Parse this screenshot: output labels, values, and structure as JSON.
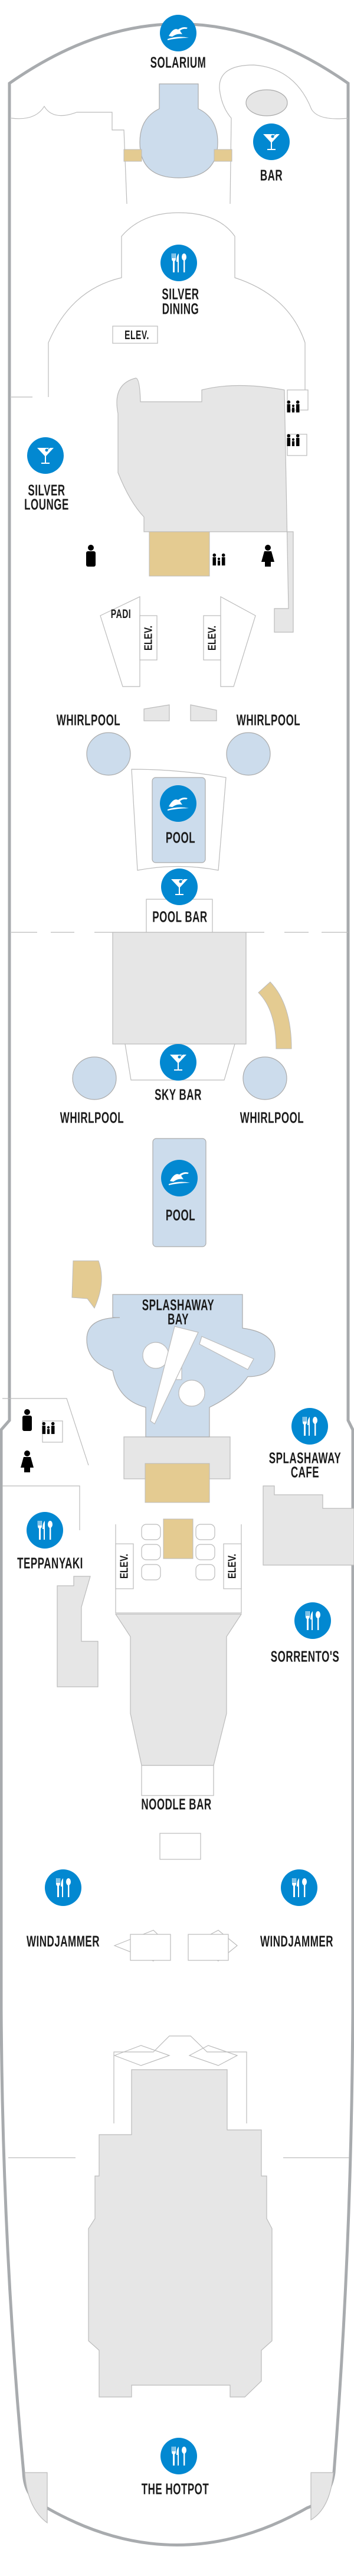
{
  "deck": {
    "title": "Deck plan",
    "colors": {
      "icon_blue": "#0288d1",
      "pool": "#ccdcec",
      "stairs": "#e4cb91",
      "block": "#e6e6e6",
      "hull": "#a8abae"
    },
    "venues": {
      "solarium": {
        "label": "SOLARIUM",
        "icon": "swimmer-icon"
      },
      "bar": {
        "label": "BAR",
        "icon": "martini-icon"
      },
      "silver_dining": {
        "line1": "SILVER",
        "line2": "DINING",
        "icon": "cutlery-icon"
      },
      "silver_lounge": {
        "line1": "SILVER",
        "line2": "LOUNGE",
        "icon": "martini-icon"
      },
      "padi": {
        "label": "PADI"
      },
      "whirlpool_fwd_left": {
        "label": "WHIRLPOOL"
      },
      "whirlpool_fwd_right": {
        "label": "WHIRLPOOL"
      },
      "pool_main": {
        "label": "POOL",
        "icon": "swimmer-icon"
      },
      "pool_bar": {
        "label": "POOL BAR",
        "icon": "martini-icon"
      },
      "sky_bar": {
        "label": "SKY BAR",
        "icon": "martini-icon"
      },
      "whirlpool_aft_left": {
        "label": "WHIRLPOOL"
      },
      "whirlpool_aft_right": {
        "label": "WHIRLPOOL"
      },
      "pool_aft": {
        "label": "POOL",
        "icon": "swimmer-icon"
      },
      "splashaway_bay": {
        "line1": "SPLASHAWAY",
        "line2": "BAY"
      },
      "splashaway_cafe": {
        "line1": "SPLASHAWAY",
        "line2": "CAFE",
        "icon": "cutlery-icon"
      },
      "teppanyaki": {
        "label": "TEPPANYAKI",
        "icon": "cutlery-icon"
      },
      "sorrentos": {
        "label": "SORRENTO'S",
        "icon": "cutlery-icon"
      },
      "noodle_bar": {
        "label": "NOODLE BAR"
      },
      "windjammer_left": {
        "label": "WINDJAMMER",
        "icon": "cutlery-icon"
      },
      "windjammer_right": {
        "label": "WINDJAMMER",
        "icon": "cutlery-icon"
      },
      "the_hotpot": {
        "label": "THE HOTPOT",
        "icon": "cutlery-icon"
      }
    },
    "elevators": {
      "label": "ELEV."
    }
  }
}
